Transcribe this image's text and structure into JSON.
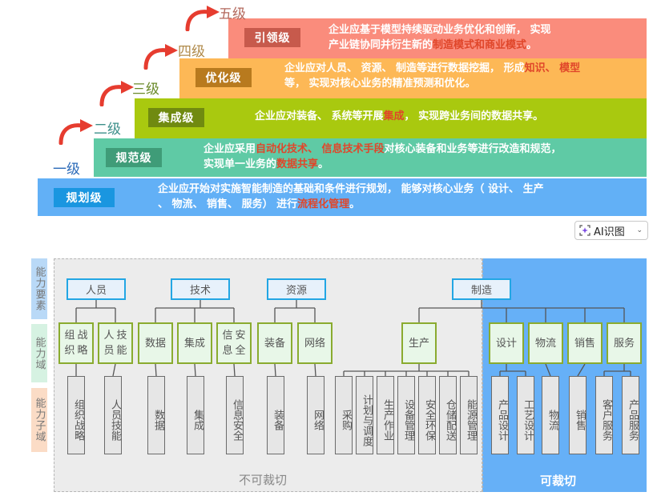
{
  "maturity_levels": [
    {
      "level": "一级",
      "name": "规划级",
      "description_lines": [
        [
          {
            "t": "企业应开始对实施智能制造的基础和条件进行规划， 能够对核心业务（ 设计、 生产"
          }
        ],
        [
          {
            "t": "、 物流、 销售、 服务） 进行"
          },
          {
            "t": "流程化管理",
            "hl": true
          },
          {
            "t": "。"
          }
        ]
      ]
    },
    {
      "level": "二级",
      "name": "规范级",
      "description_lines": [
        [
          {
            "t": "企业应采用"
          },
          {
            "t": "自动化技术、 信息技术手段",
            "hl": true
          },
          {
            "t": "对核心装备和业务等进行改造和规范，"
          }
        ],
        [
          {
            "t": "实现单一业务的"
          },
          {
            "t": "数据共享",
            "hl": true
          },
          {
            "t": "。"
          }
        ]
      ]
    },
    {
      "level": "三级",
      "name": "集成级",
      "description_lines": [
        [
          {
            "t": "企业应对装备、 系统等开展"
          },
          {
            "t": "集成",
            "hl": true
          },
          {
            "t": "， 实现跨业务间的数据共享。"
          }
        ]
      ]
    },
    {
      "level": "四级",
      "name": "优化级",
      "description_lines": [
        [
          {
            "t": "企业应对人员、 资源、 制造等进行数据挖掘， 形成"
          },
          {
            "t": "知识、 模型",
            "hl": true
          }
        ],
        [
          {
            "t": "等， 实现对核心业务的精准预测和优化。"
          }
        ]
      ]
    },
    {
      "level": "五级",
      "name": "引领级",
      "description_lines": [
        [
          {
            "t": "企业应基于模型持续驱动业务优化和创新， 实现"
          }
        ],
        [
          {
            "t": "产业链协同并衍生新的"
          },
          {
            "t": "制造模式和商业模式",
            "hl": true
          },
          {
            "t": "。"
          }
        ]
      ]
    }
  ],
  "colors": {
    "level1_bar": "#62b0f6",
    "level1_tag": "#1a96e0",
    "level1_label": "#2a6ab8",
    "level2_bar": "#5fcaa5",
    "level2_tag": "#3f9c78",
    "level2_label": "#3c8f8a",
    "level3_bar": "#a9c90f",
    "level3_tag": "#708a10",
    "level3_label": "#6a8a2a",
    "level4_bar": "#fdb856",
    "level4_tag": "#b87a1e",
    "level4_label": "#b08a4a",
    "level5_bar": "#fa8c7c",
    "level5_tag": "#c75a4c",
    "level5_label": "#b3685c",
    "highlight": "#e0462a",
    "arrow": "#e63c2f"
  },
  "ai_button": {
    "icon": "ai-sparkle-icon",
    "label": "AI识图",
    "caret": "chevron-down-icon"
  },
  "side_labels": [
    "能力要素",
    "能力域",
    "能力子域"
  ],
  "regions": {
    "non_tailorable": "不可裁切",
    "tailorable": "可裁切"
  },
  "elements": [
    {
      "name": "人员",
      "domains": [
        {
          "name": "组织战略",
          "subdomains": [
            "组织战略"
          ]
        },
        {
          "name": "人员技能",
          "subdomains": [
            "人员技能"
          ]
        }
      ]
    },
    {
      "name": "技术",
      "domains": [
        {
          "name": "数据",
          "subdomains": [
            "数据"
          ]
        },
        {
          "name": "集成",
          "subdomains": [
            "集成"
          ]
        },
        {
          "name": "信息安全",
          "subdomains": [
            "信息安全"
          ]
        }
      ]
    },
    {
      "name": "资源",
      "domains": [
        {
          "name": "装备",
          "subdomains": [
            "装备"
          ]
        },
        {
          "name": "网络",
          "subdomains": [
            "网络"
          ]
        }
      ]
    },
    {
      "name": "制造",
      "domains": [
        {
          "name": "生产",
          "subdomains": [
            "采购",
            "计划与调度",
            "生产作业",
            "设备管理",
            "安全环保",
            "仓储配送",
            "能源管理"
          ]
        },
        {
          "name": "设计",
          "subdomains": [
            "产品设计",
            "工艺设计"
          ]
        },
        {
          "name": "物流",
          "subdomains": [
            "物流"
          ]
        },
        {
          "name": "销售",
          "subdomains": [
            "销售"
          ]
        },
        {
          "name": "服务",
          "subdomains": [
            "客户服务",
            "产品服务"
          ]
        }
      ]
    }
  ]
}
